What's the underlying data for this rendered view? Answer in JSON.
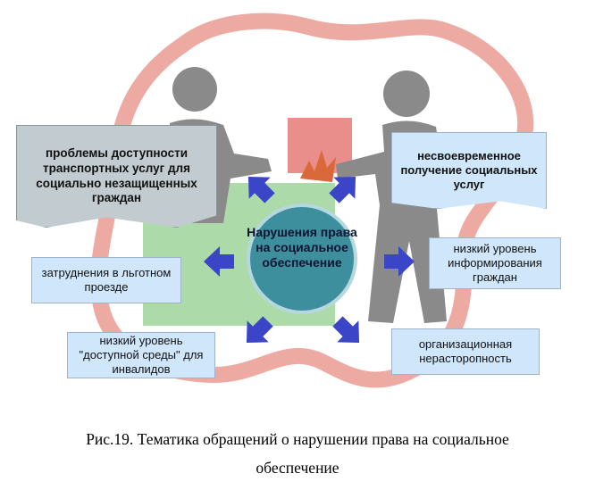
{
  "diagram": {
    "center": {
      "label": "Нарушения права на социальное обеспечение"
    },
    "topics": [
      {
        "id": "transport",
        "label": "проблемы доступности транспортных услуг для социально незащищенных граждан"
      },
      {
        "id": "untimely",
        "label": "несвоевременное получение социальных услуг"
      },
      {
        "id": "travel",
        "label": "затруднения в льготном проезде"
      },
      {
        "id": "informing",
        "label": "низкий уровень информирования граждан"
      },
      {
        "id": "accessible",
        "label": "низкий уровень \"доступной среды\" для инвалидов"
      },
      {
        "id": "organization",
        "label": "организационная нерасторопность"
      }
    ],
    "colors": {
      "ring": "#e8958b",
      "center_fill": "#3e8f9e",
      "green_panel": "#9fd39a",
      "arrows": "#3a45c8",
      "people": "#8a8a8a",
      "box_light": "#cfe6fb",
      "box_gray": "#c2cbcf"
    }
  },
  "caption": {
    "line1": "Рис.19. Тематика обращений о нарушении права на социальное",
    "line2": "обеспечение"
  }
}
